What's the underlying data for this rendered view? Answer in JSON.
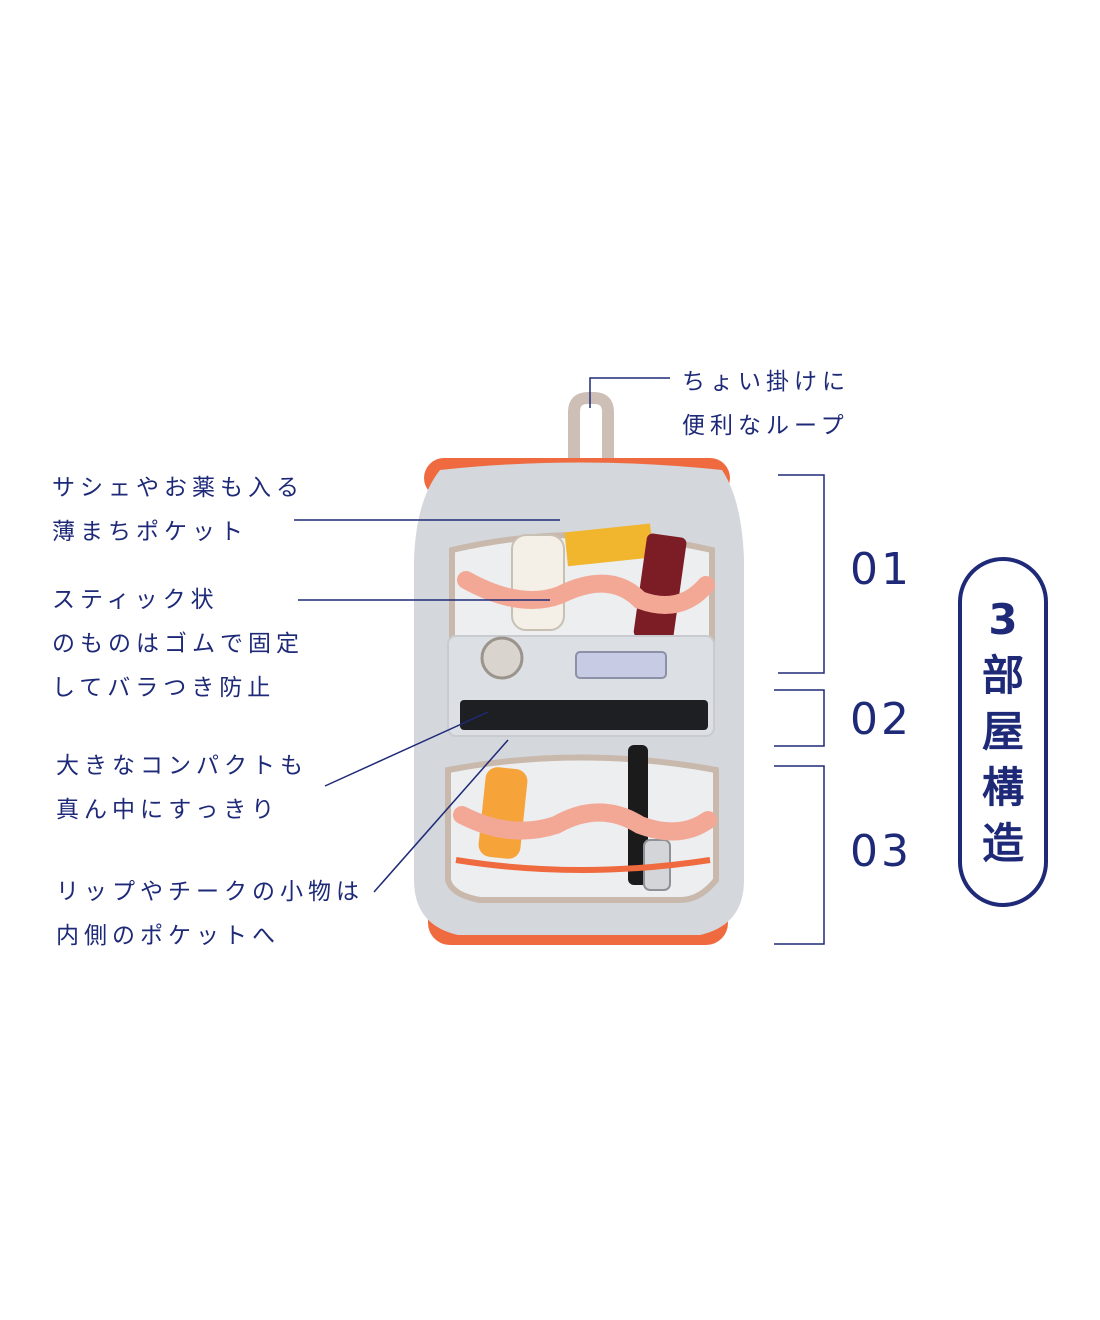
{
  "loop_note": {
    "lines": [
      "ちょい掛けに",
      "便利なループ"
    ]
  },
  "callouts": [
    {
      "lines": [
        "サシェやお薬も入る",
        "薄まちポケット"
      ]
    },
    {
      "lines": [
        "スティック状",
        "のものはゴムで固定",
        "してバラつき防止"
      ]
    },
    {
      "lines": [
        "大きなコンパクトも",
        "真ん中にすっきり"
      ]
    },
    {
      "lines": [
        "リップやチークの小物は",
        "内側のポケットへ"
      ]
    }
  ],
  "compartments": [
    "01",
    "02",
    "03"
  ],
  "badge": {
    "chars": [
      "3",
      "部",
      "屋",
      "構",
      "造"
    ]
  },
  "colors": {
    "accent": "#1e2a78",
    "bag_body": "#d4d7dc",
    "bag_trim": "#ef6a3f",
    "lining": "#eceef0",
    "elastic": "#f3a896"
  }
}
